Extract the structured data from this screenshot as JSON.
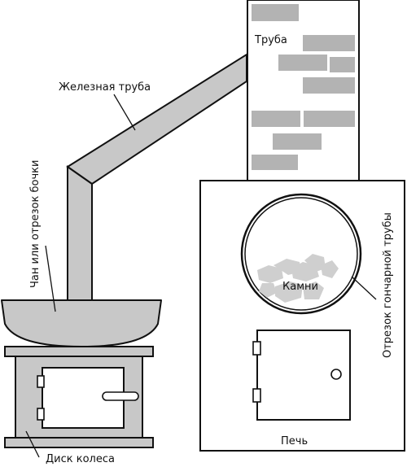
{
  "labels": {
    "chimney": "Труба",
    "iron_pipe": "Железная труба",
    "vat": "Чан или отрезок бочки",
    "stones": "Камни",
    "clay_pipe": "Отрезок гончарной трубы",
    "stove": "Печь",
    "wheel_disc": "Диск колеса"
  },
  "colors": {
    "line": "#111111",
    "brick": "#b3b3b3",
    "stone": "#cfcfcf",
    "disc": "#c8c8c8",
    "background": "#ffffff"
  }
}
